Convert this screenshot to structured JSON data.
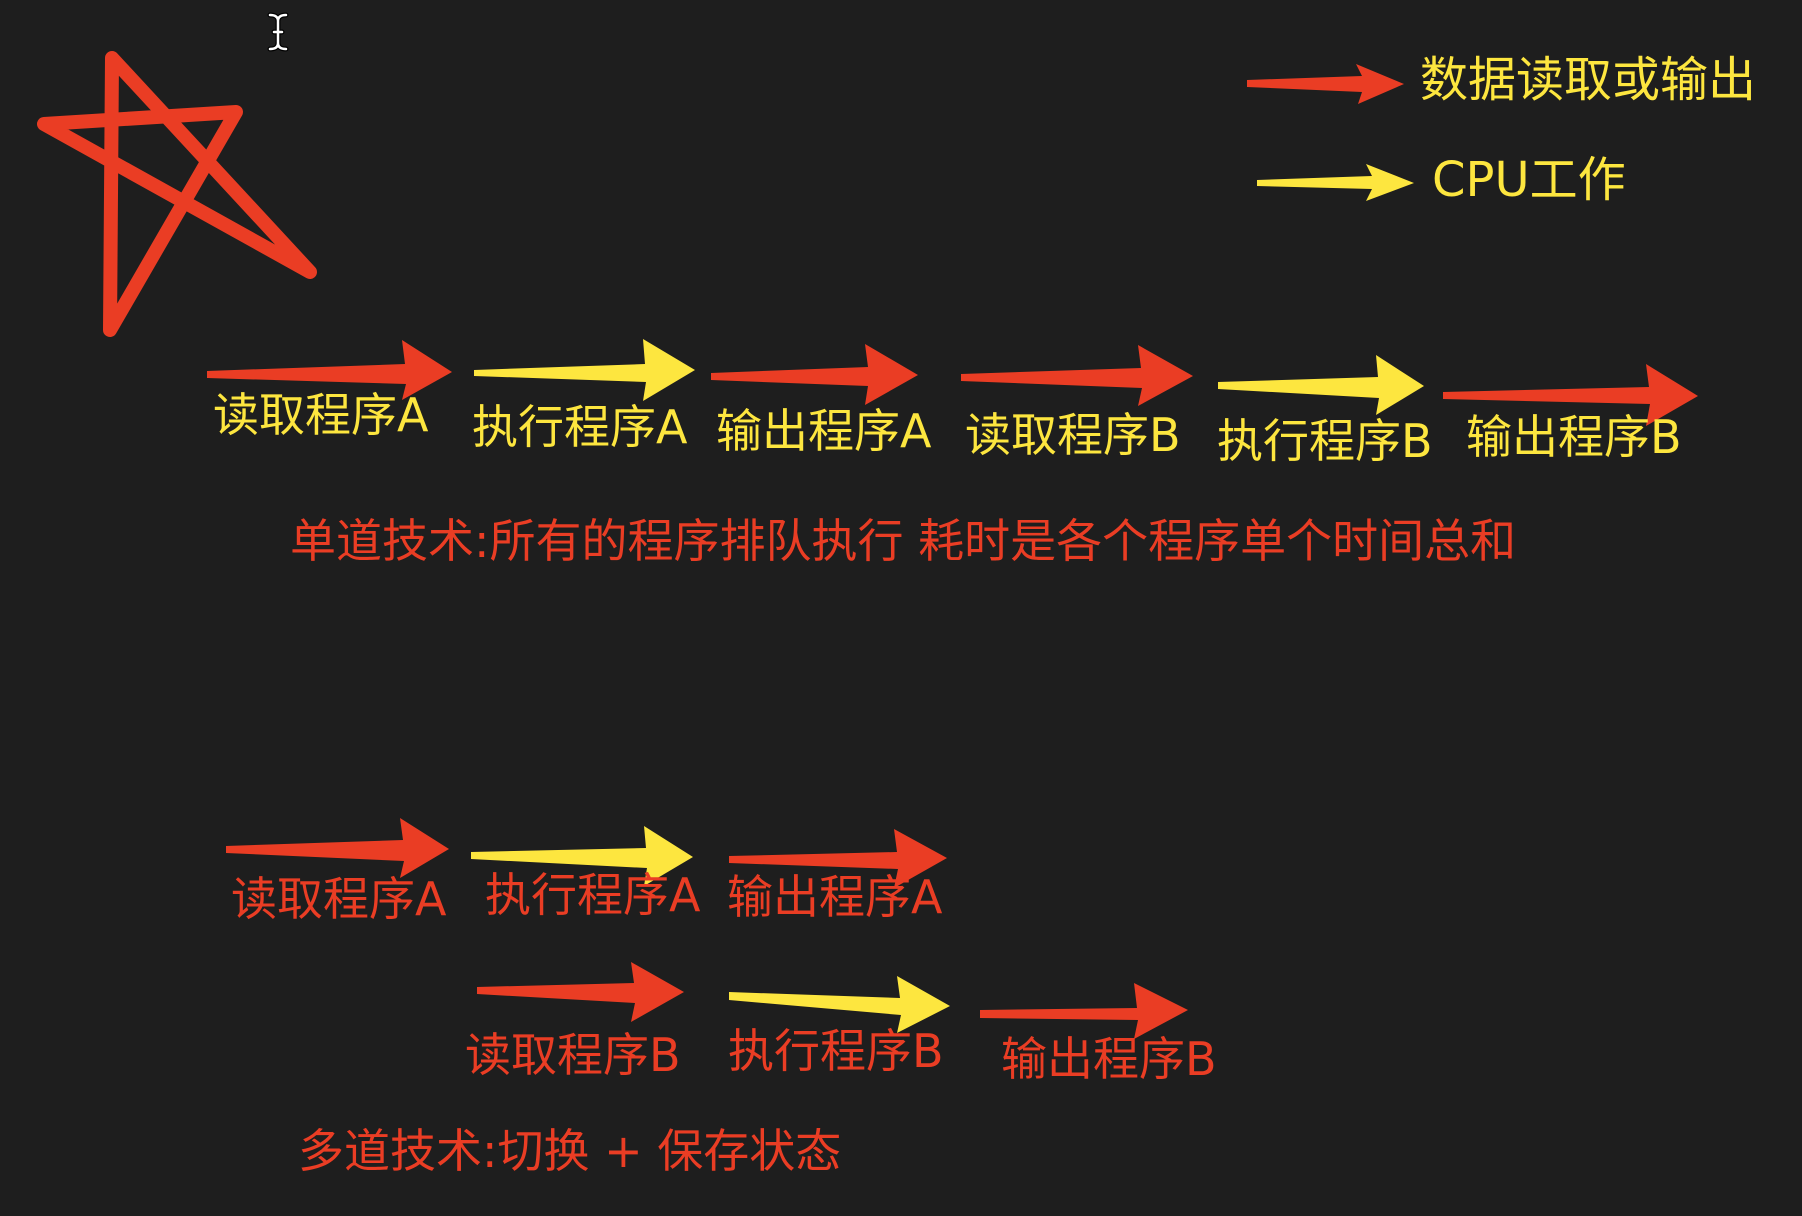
{
  "colors": {
    "background": "#1e1e1e",
    "red": "#ea3d24",
    "yellow": "#fde63f"
  },
  "legend": {
    "io_label": "数据读取或输出",
    "cpu_label": "CPU工作"
  },
  "single": {
    "steps": [
      "读取程序A",
      "执行程序A",
      "输出程序A",
      "读取程序B",
      "执行程序B",
      "输出程序B"
    ],
    "caption": "单道技术:所有的程序排队执行 耗时是各个程序单个时间总和"
  },
  "multi": {
    "row_a": [
      "读取程序A",
      "执行程序A",
      "输出程序A"
    ],
    "row_b": [
      "读取程序B",
      "执行程序B",
      "输出程序B"
    ],
    "caption": "多道技术:切换 + 保存状态"
  },
  "icons": {
    "star": "star-icon",
    "cursor": "text-cursor-icon"
  }
}
